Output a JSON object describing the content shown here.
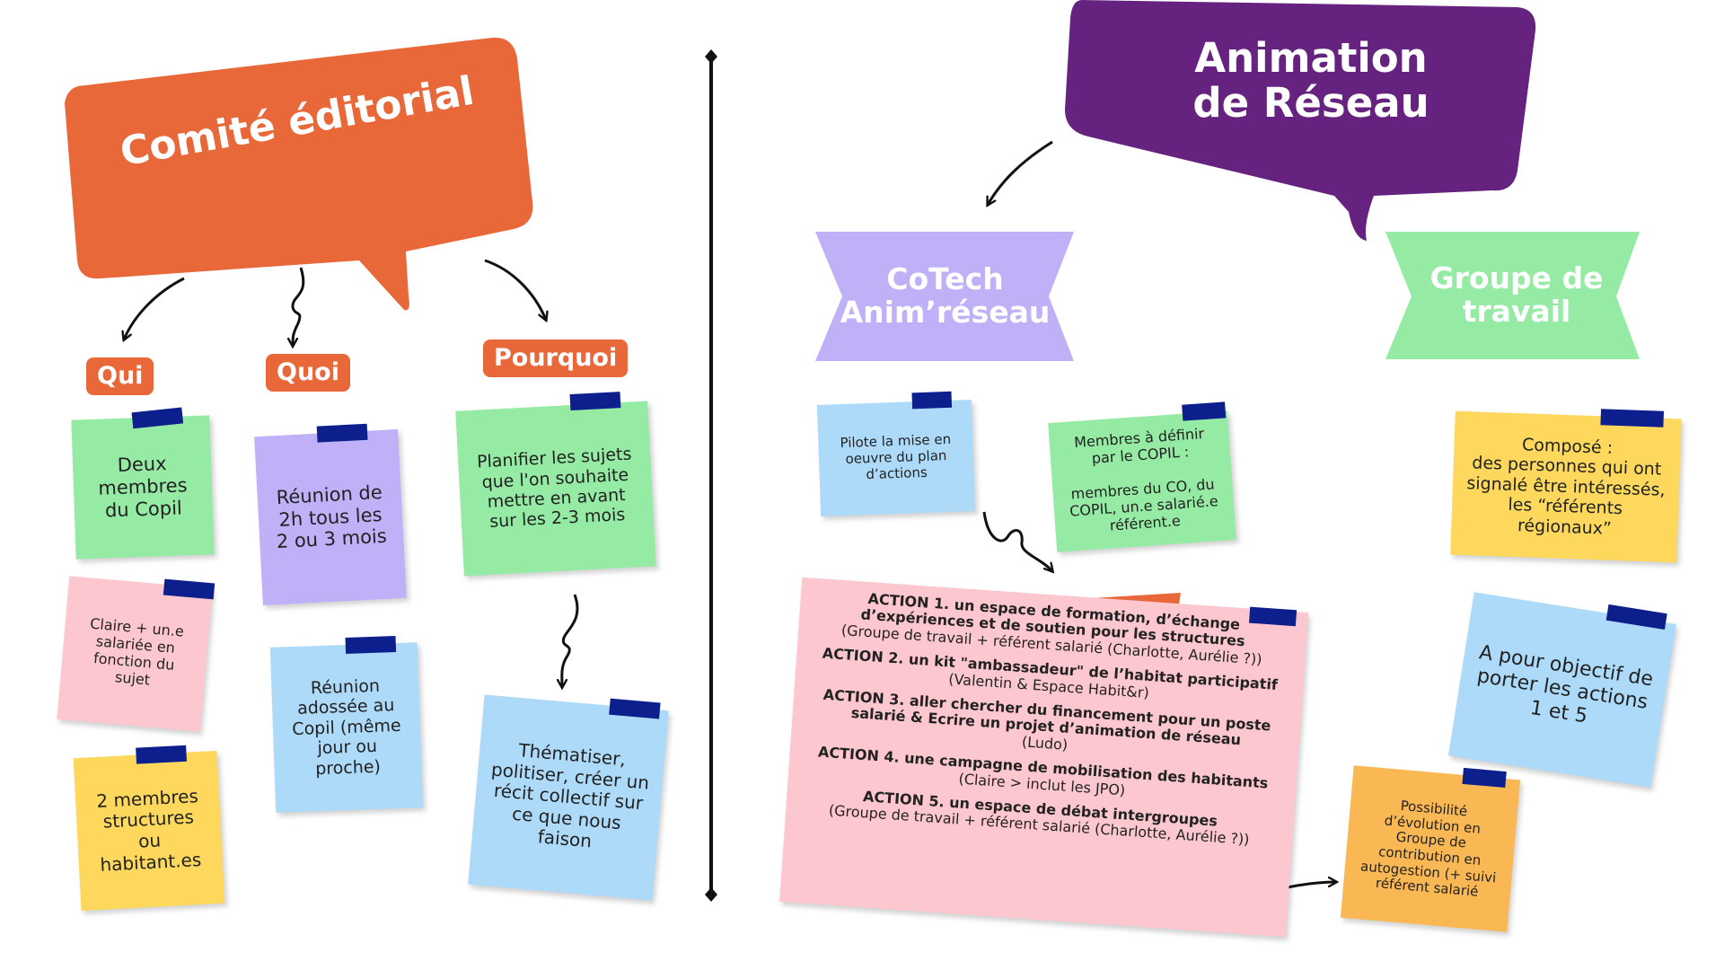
{
  "left": {
    "title": "Comité éditorial",
    "columns": [
      {
        "tag": "Qui",
        "notes": [
          "Deux membres du Copil",
          "Claire + un.e salariée en fonction du sujet",
          "2 membres structures ou habitant.es"
        ]
      },
      {
        "tag": "Quoi",
        "notes": [
          "Réunion de 2h tous les 2 ou 3 mois",
          "Réunion adossée au Copil (même jour ou proche)"
        ]
      },
      {
        "tag": "Pourquoi",
        "notes": [
          "Planifier les sujets que l'on souhaite mettre en avant sur les 2-3 mois",
          "Thématiser, politiser, créer un récit collectif sur ce que nous faison"
        ]
      }
    ]
  },
  "right": {
    "title_line1": "Animation",
    "title_line2": "de Réseau",
    "cotech": {
      "label_line1": "CoTech",
      "label_line2": "Anim’réseau",
      "note_pilot": "Pilote la mise en oeuvre du plan d’actions",
      "note_members": "Membres à définir par le COPIL :\n\nmembres du CO, du COPIL, un.e salarié.e référent.e",
      "actions": [
        {
          "title": "ACTION 1. un espace de formation, d’échange d’expériences et de soutien pour les structures",
          "detail": "(Groupe de travail + référent salarié (Charlotte, Aurélie ?))"
        },
        {
          "title": "ACTION 2. un kit \"ambassadeur\" de l’habitat participatif",
          "detail": "(Valentin & Espace Habit&r)"
        },
        {
          "title": "ACTION 3. aller chercher du financement pour un poste salarié & Ecrire un projet d’animation de réseau",
          "detail": "(Ludo)"
        },
        {
          "title": "ACTION 4. une campagne de mobilisation des habitants",
          "detail": "(Claire > inclut les JPO)"
        },
        {
          "title": "ACTION 5. un espace de débat intergroupes",
          "detail": "(Groupe de travail + référent salarié (Charlotte, Aurélie ?))"
        }
      ]
    },
    "groupe": {
      "label_line1": "Groupe de",
      "label_line2": "travail",
      "note_compose": "Composé :\ndes personnes qui ont signalé être intéressés,\nles “référents régionaux”",
      "note_objectif": "A pour objectif de porter les actions 1 et 5",
      "note_evolution": "Possibilité d’évolution en Groupe de contribution en autogestion (+ suivi référent salarié"
    }
  },
  "colors": {
    "orange": "#e8683a",
    "purple": "#65237f",
    "lavender": "#bfb0f8",
    "mint": "#95eaa4",
    "pink": "#fdc7cf",
    "yellow": "#fdd85c",
    "blue": "#aedaf9",
    "tape": "#0d1f8c"
  }
}
